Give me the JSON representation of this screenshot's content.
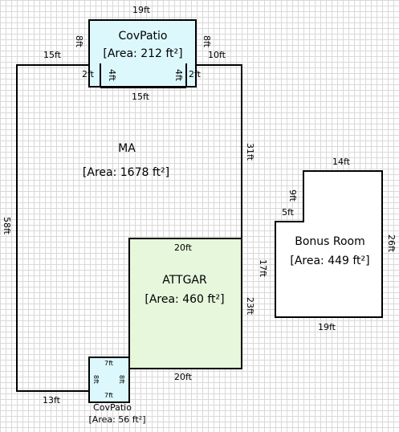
{
  "rooms": {
    "ma": {
      "name": "MA",
      "area": "[Area: 1678 ft²]"
    },
    "cov_patio_top": {
      "name": "CovPatio",
      "area": "[Area: 212 ft²]"
    },
    "attgar": {
      "name": "ATTGAR",
      "area": "[Area: 460 ft²]"
    },
    "bonus_room": {
      "name": "Bonus Room",
      "area": "[Area: 449 ft²]"
    },
    "cov_patio_bottom": {
      "name": "CovPatio",
      "area": "[Area: 56 ft²]"
    }
  },
  "dimensions": {
    "patio_top_width": "19ft",
    "patio_top_left": "8ft",
    "patio_top_right": "8ft",
    "patio_inner_left": "4ft",
    "patio_inner_right": "4ft",
    "patio_bottom": "15ft",
    "ma_top_left": "15ft",
    "ma_top_right": "10ft",
    "ma_step_left": "2ft",
    "ma_step_right": "2ft",
    "ma_left": "58ft",
    "ma_right": "31ft",
    "ma_bottom": "13ft",
    "attgar_top": "20ft",
    "attgar_bottom": "20ft",
    "attgar_right": "23ft",
    "bonus_top": "14ft",
    "bonus_notch_side": "9ft",
    "bonus_notch_bottom": "5ft",
    "bonus_left": "17ft",
    "bonus_right": "26ft",
    "bonus_bottom": "19ft",
    "patio_small_top": "7ft",
    "patio_small_bottom": "7ft",
    "patio_small_left": "8ft",
    "patio_small_right": "8ft"
  }
}
